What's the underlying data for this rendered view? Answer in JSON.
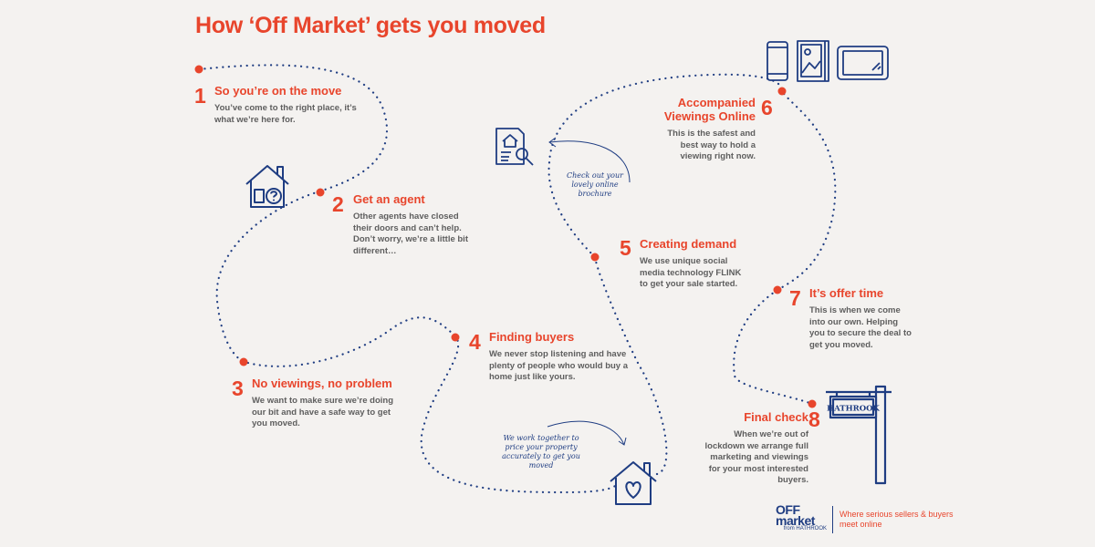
{
  "title": "How ‘Off Market’ gets you moved",
  "steps": [
    {
      "num": "1",
      "heading": "So you’re on the move",
      "body": "You’ve come to the right place, it’s what we’re here for."
    },
    {
      "num": "2",
      "heading": "Get an agent",
      "body": "Other agents have closed their doors and can’t help. Don’t worry, we’re a little bit different…"
    },
    {
      "num": "3",
      "heading": "No viewings, no problem",
      "body": "We want to make sure we’re doing our bit and have a safe way to get you moved."
    },
    {
      "num": "4",
      "heading": "Finding buyers",
      "body": "We never stop listening and have plenty of people who would buy a home just like yours."
    },
    {
      "num": "5",
      "heading": "Creating demand",
      "body": "We use unique social media technology FLINK to get your sale started."
    },
    {
      "num": "6",
      "heading": "Accompanied Viewings Online",
      "body": "This is the safest and best way to hold a viewing right now."
    },
    {
      "num": "7",
      "heading": "It’s offer time",
      "body": "This is when we come into our own. Helping you to secure the deal to get you moved."
    },
    {
      "num": "8",
      "heading": "Final check",
      "body": "When we’re out of lockdown we arrange full marketing and viewings for your most interested buyers."
    }
  ],
  "notes": {
    "brochure": "Check out your lovely online brochure",
    "price": "We work together to price your property accurately to get you moved"
  },
  "sign_text": "HATHROOK",
  "logo": {
    "brand_line1": "OFF",
    "brand_line2": "market",
    "from": "from HATHROOK",
    "tagline": "Where serious sellers & buyers meet online"
  },
  "colors": {
    "accent": "#e8452c",
    "navy": "#1f3d82",
    "background": "#f4f2f0"
  }
}
